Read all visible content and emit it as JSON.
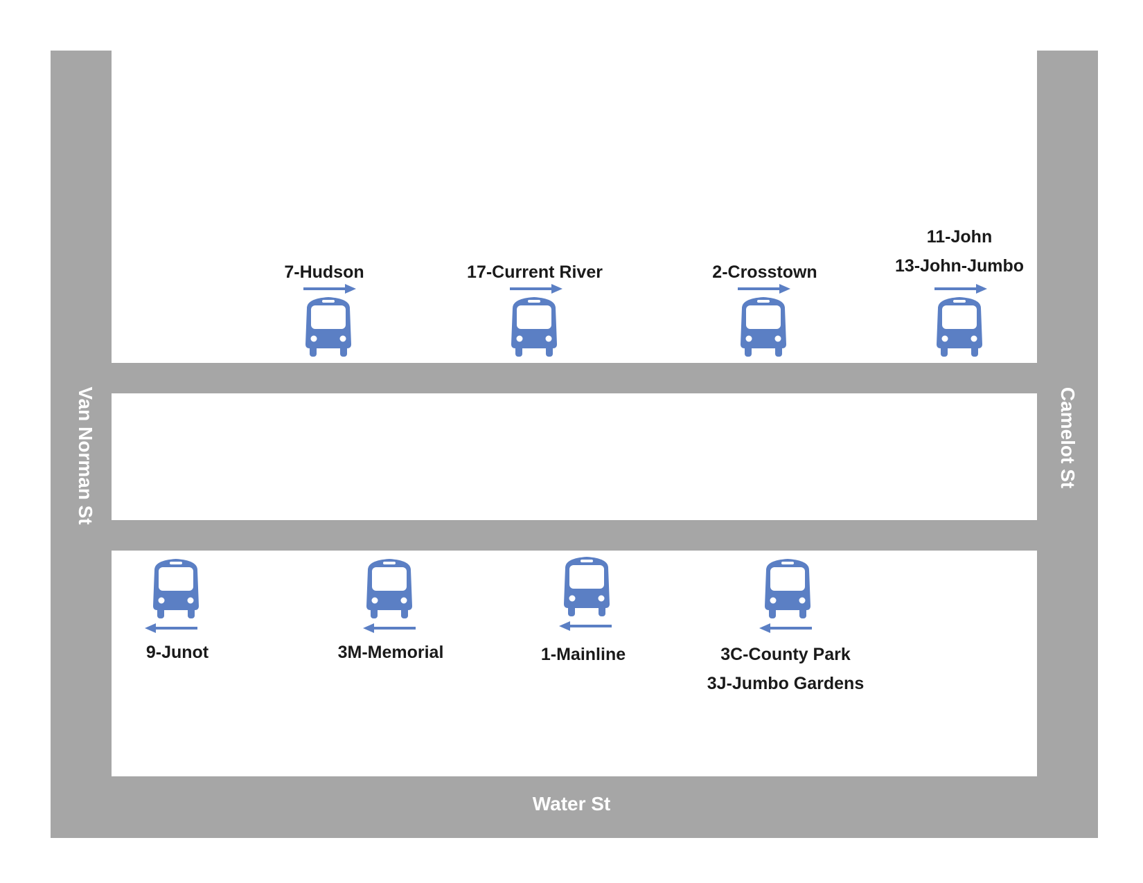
{
  "map": {
    "road_color": "#a6a6a6",
    "bus_color": "#5b7fc4",
    "streets": {
      "left": "Van Norman St",
      "right": "Camelot St",
      "bottom": "Water St"
    }
  },
  "stops_north_side": [
    {
      "routes": [
        "7-Hudson"
      ],
      "direction": "east",
      "icon": "bus-icon"
    },
    {
      "routes": [
        "17-Current River"
      ],
      "direction": "east",
      "icon": "bus-icon"
    },
    {
      "routes": [
        "2-Crosstown"
      ],
      "direction": "east",
      "icon": "bus-icon"
    },
    {
      "routes": [
        "11-John",
        "13-John-Jumbo"
      ],
      "direction": "east",
      "icon": "bus-icon"
    }
  ],
  "stops_south_side": [
    {
      "routes": [
        "9-Junot"
      ],
      "direction": "west",
      "icon": "bus-icon"
    },
    {
      "routes": [
        "3M-Memorial"
      ],
      "direction": "west",
      "icon": "bus-icon"
    },
    {
      "routes": [
        "1-Mainline"
      ],
      "direction": "west",
      "icon": "bus-icon"
    },
    {
      "routes": [
        "3C-County Park",
        "3J-Jumbo Gardens"
      ],
      "direction": "west",
      "icon": "bus-icon"
    }
  ]
}
